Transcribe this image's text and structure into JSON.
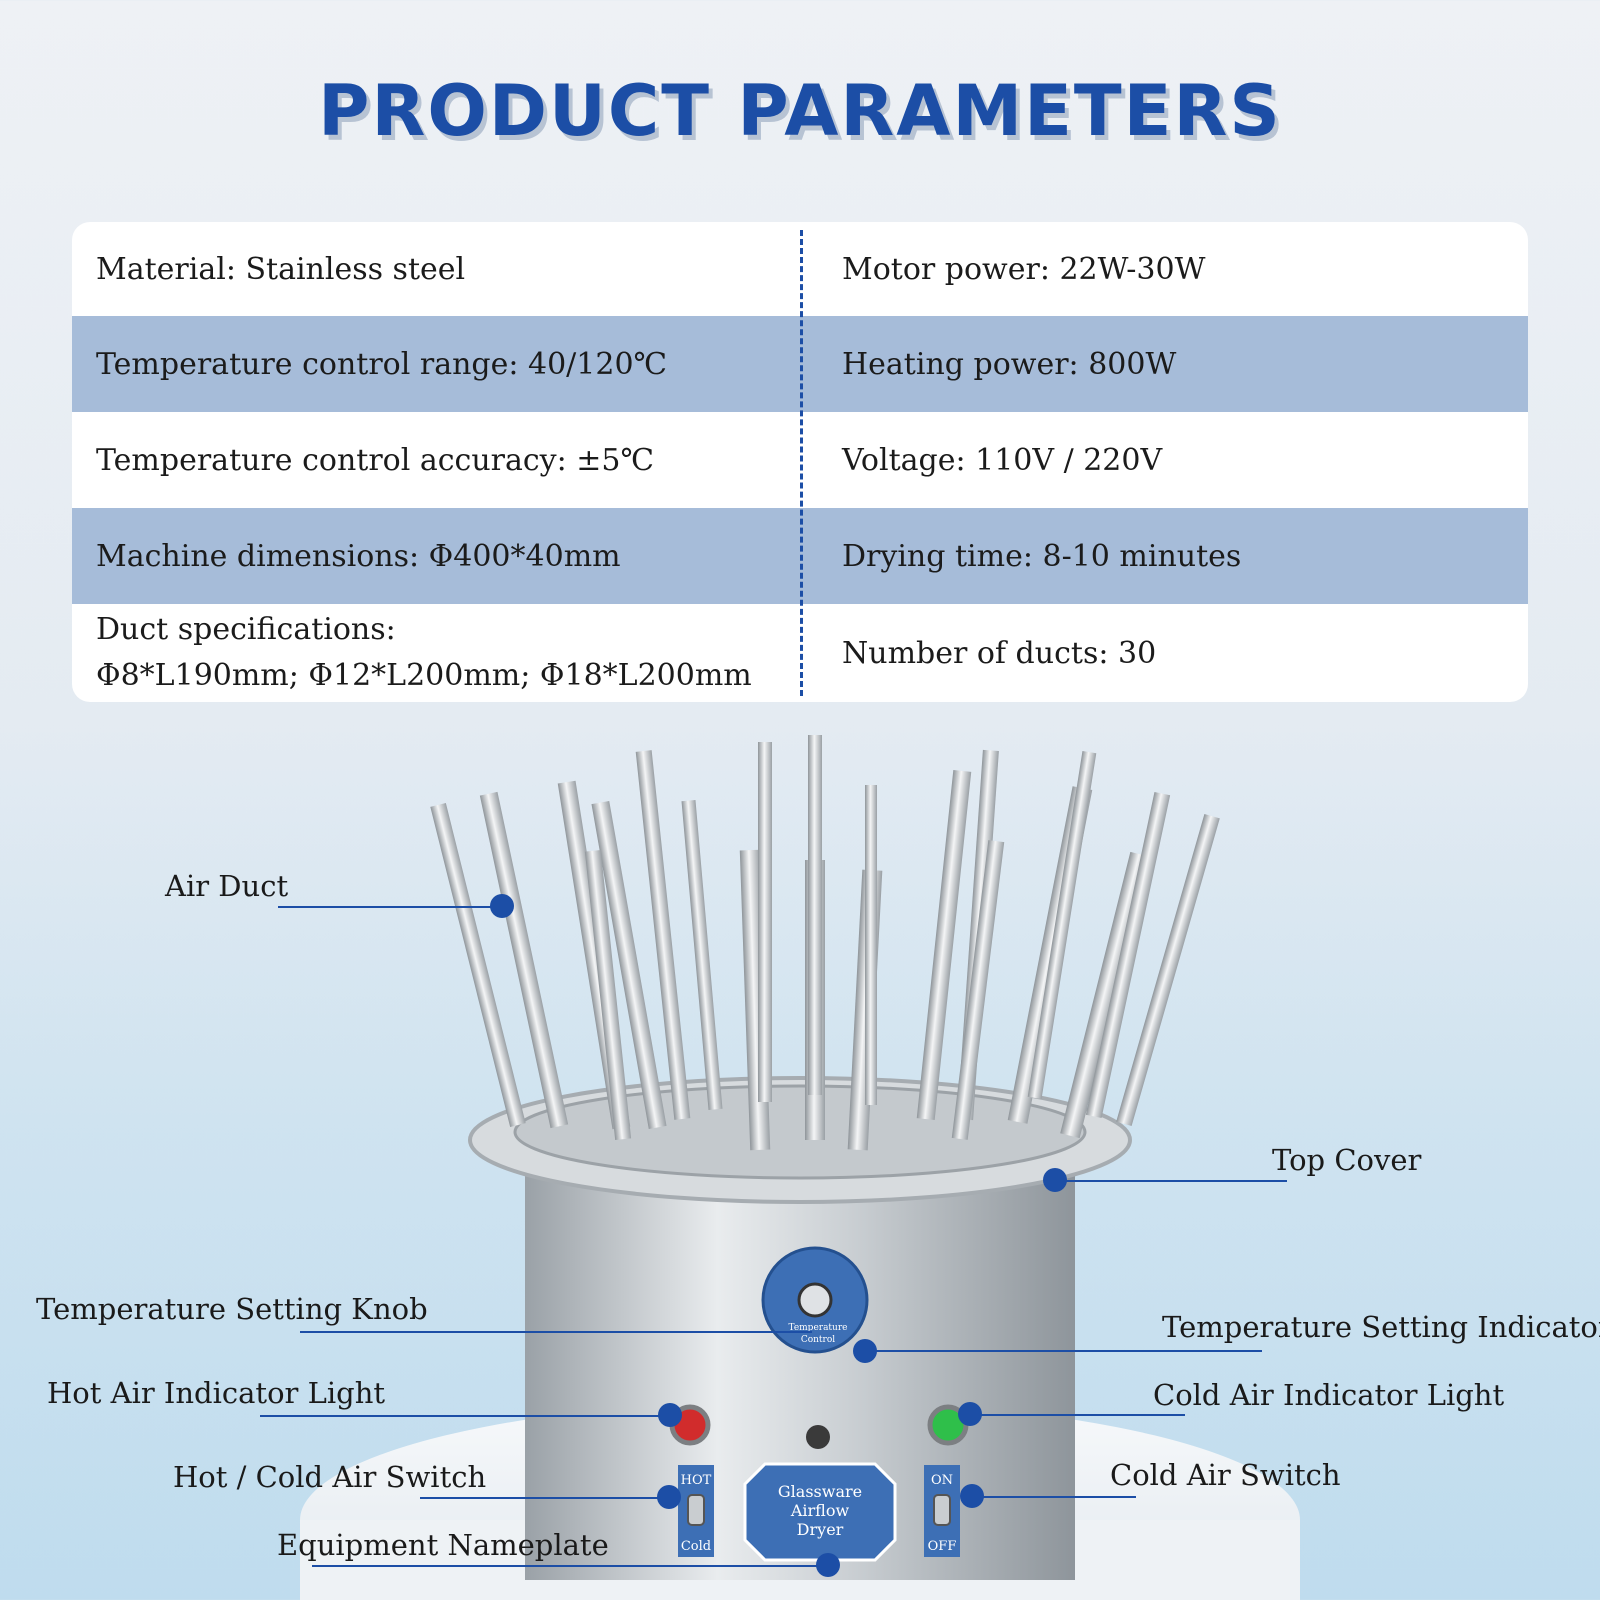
{
  "title": "PRODUCT PARAMETERS",
  "params": {
    "rows": [
      {
        "left": "Material: Stainless steel",
        "right": "Motor power: 22W-30W"
      },
      {
        "left": "Temperature control range: 40/120℃",
        "right": "Heating power: 800W"
      },
      {
        "left": "Temperature control accuracy:  ±5℃",
        "right": "Voltage: 110V / 220V"
      },
      {
        "left": "Machine dimensions: Φ400*40mm",
        "right": "Drying time: 8-10 minutes"
      },
      {
        "left": "Duct specifications:",
        "left2": "Φ8*L190mm; Φ12*L200mm; Φ18*L200mm",
        "right": "Number of ducts: 30"
      }
    ]
  },
  "callouts": {
    "air_duct": "Air Duct",
    "top_cover": "Top Cover",
    "temp_knob": "Temperature Setting Knob",
    "temp_indicator": "Temperature Setting Indicator",
    "hot_light": "Hot Air Indicator Light",
    "cold_light": "Cold Air Indicator Light",
    "hot_cold_switch": "Hot / Cold Air Switch",
    "cold_switch": "Cold Air Switch",
    "nameplate": "Equipment Nameplate"
  },
  "device": {
    "knob_label_1": "Temperature",
    "knob_label_2": "Control",
    "hot": "HOT",
    "cold": "Cold",
    "on": "ON",
    "off": "OFF",
    "plate_1": "Glassware",
    "plate_2": "Airflow",
    "plate_3": "Dryer"
  },
  "colors": {
    "accent": "#1c4ea6",
    "shade": "#a6bcd9"
  }
}
